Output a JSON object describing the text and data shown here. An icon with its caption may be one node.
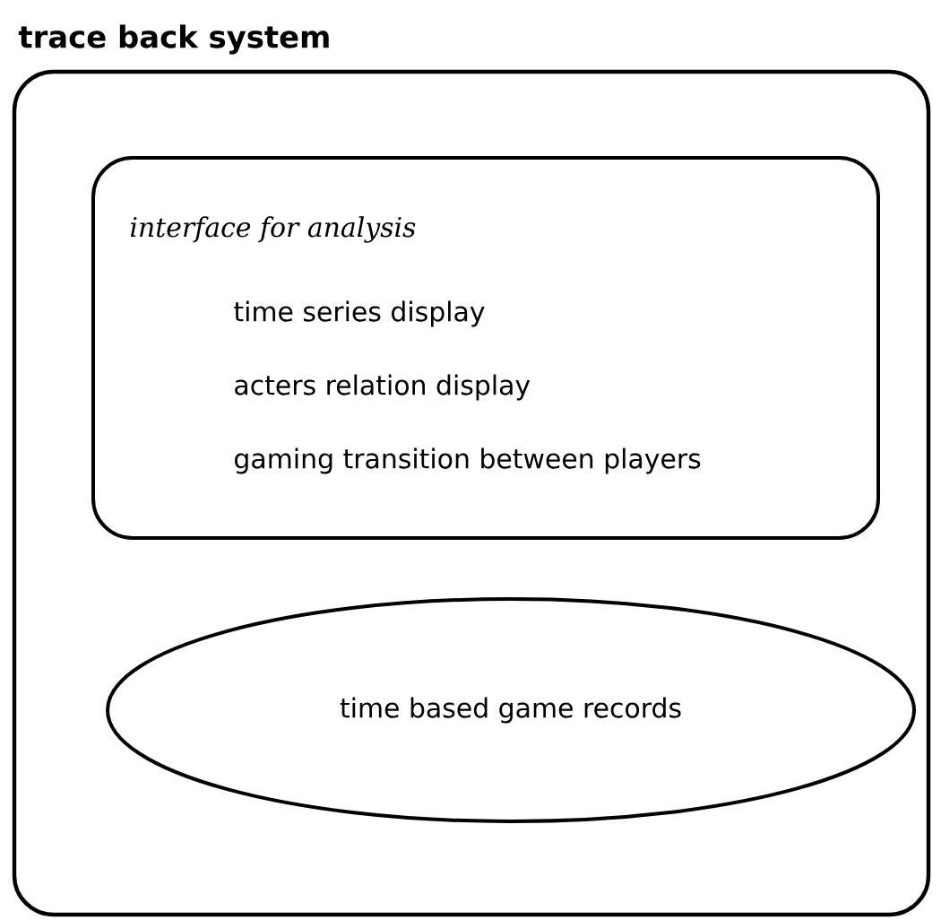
{
  "diagram": {
    "nodes": [
      {
        "text": [
          "trace back system"
        ]
      },
      {
        "text": [
          "interface for analysis",
          "time series display",
          "acters relation display",
          "gaming transition between players"
        ],
        "in": 0
      },
      {
        "text": [
          "time based game records"
        ],
        "in": 0
      }
    ],
    "edges": []
  }
}
